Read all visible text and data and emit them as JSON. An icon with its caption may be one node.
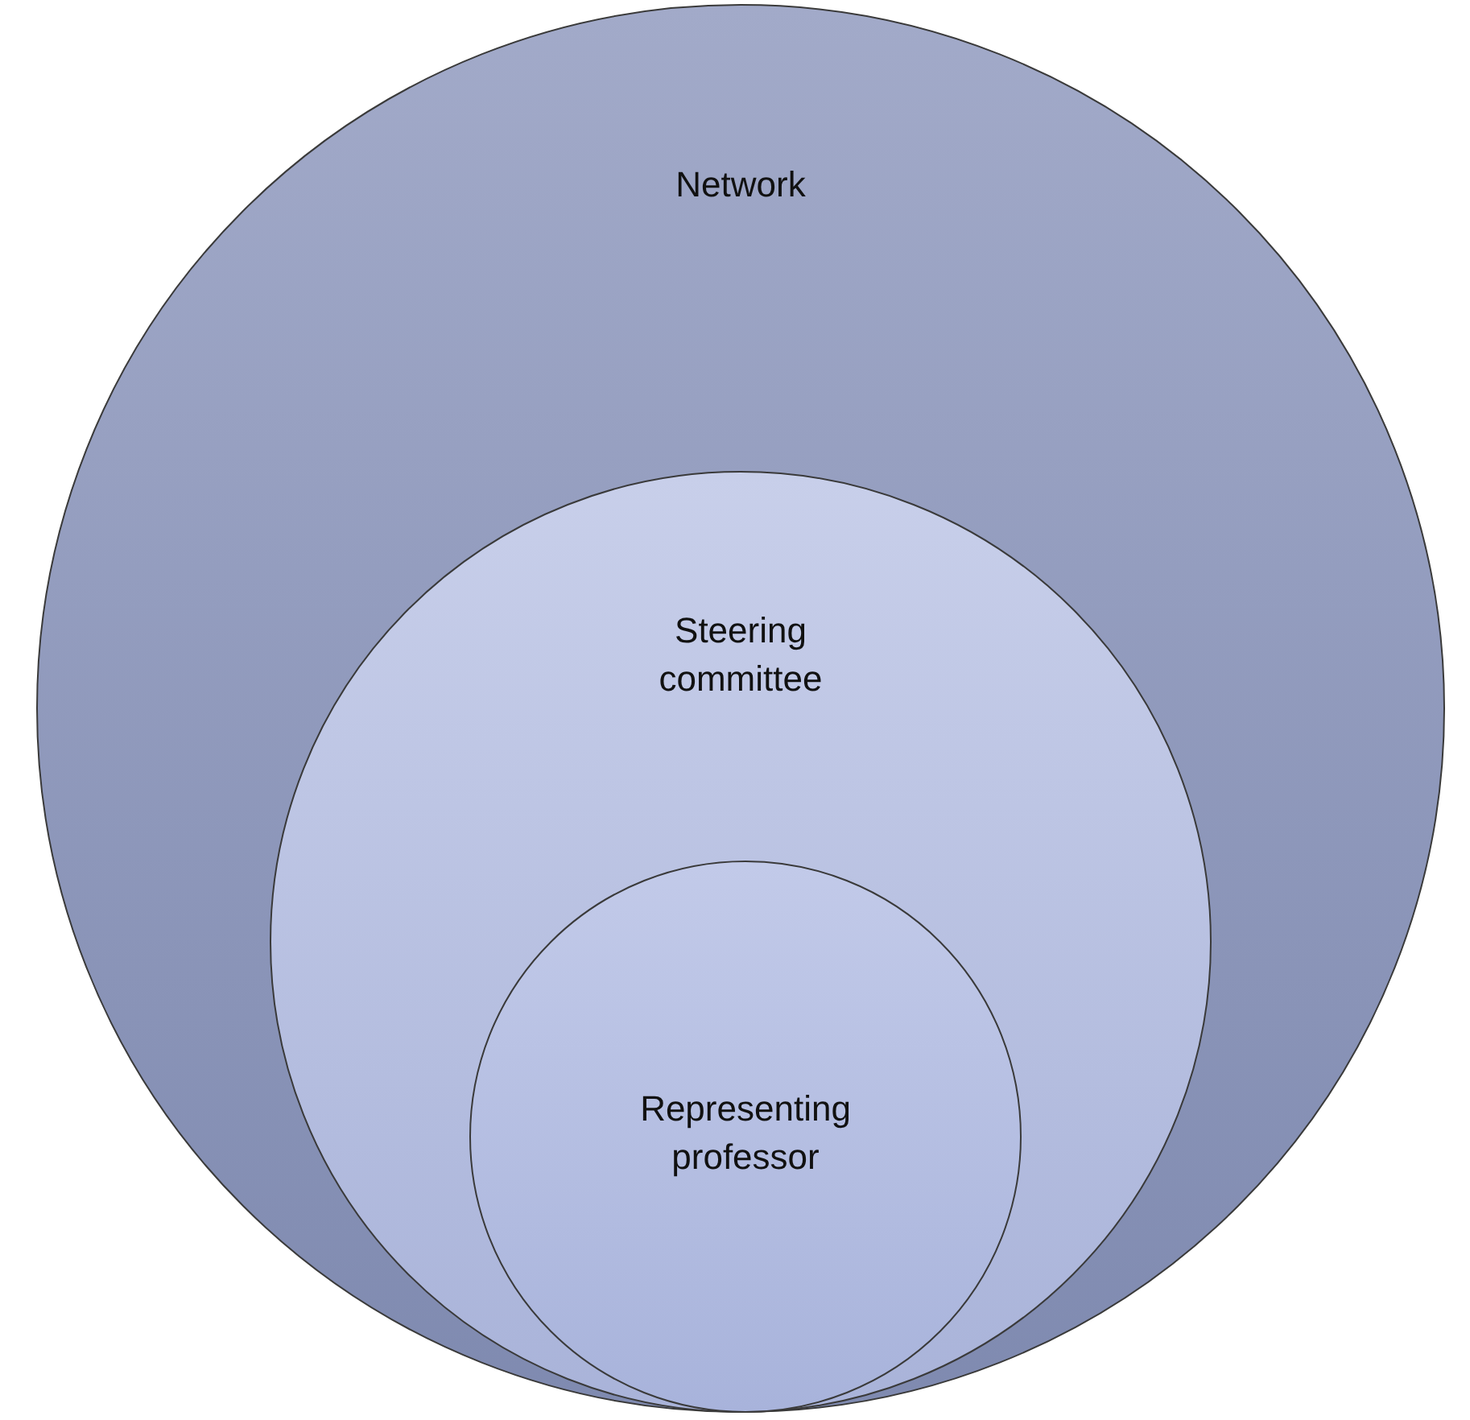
{
  "diagram": {
    "nodes": [
      {
        "text": [
          "Network"
        ]
      },
      {
        "text": [
          "Steering committee"
        ],
        "in": 0
      },
      {
        "text": [
          "Representing professor"
        ],
        "in": 1
      }
    ]
  }
}
